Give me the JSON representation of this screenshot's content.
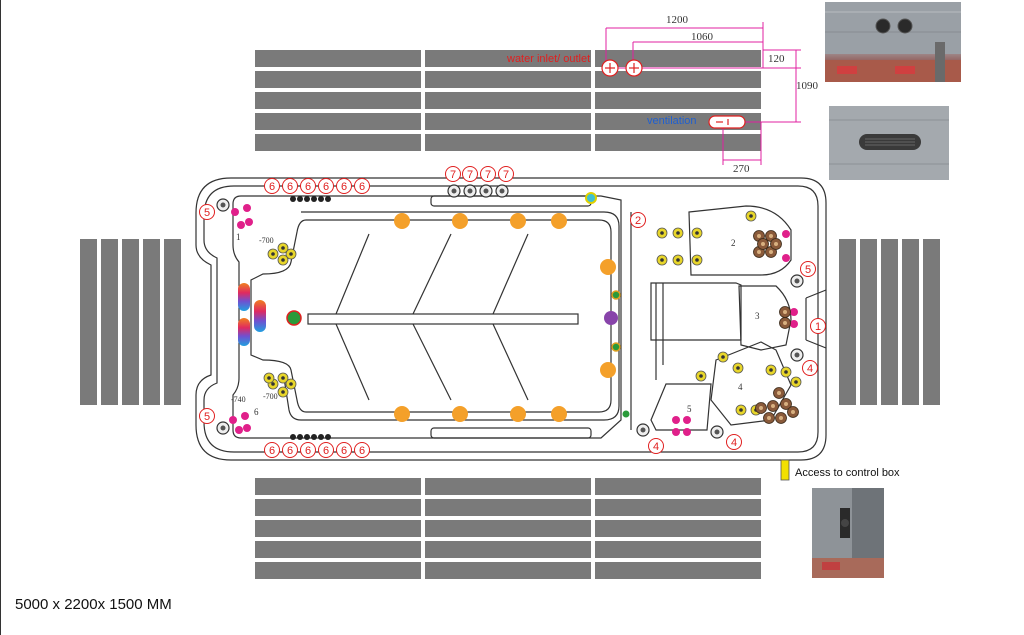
{
  "labels": {
    "water_inlet": "water inlet/ outlet",
    "ventilation": "ventilation",
    "access_control": "Access to control box",
    "dimensions": "5000 x 2200x 1500 MM"
  },
  "measurements": {
    "d1200": "1200",
    "d1060": "1060",
    "d120": "120",
    "d1090": "1090",
    "d270": "270"
  },
  "seat_numbers": {
    "s2": "2",
    "s3": "3",
    "s4": "4",
    "s5": "5",
    "s6": "6",
    "s1": "1"
  },
  "depth_labels": {
    "top_700": "-700",
    "left_700": "-700",
    "bottom_740": "-740",
    "bottom_700": "-700"
  },
  "callouts": {
    "c1": "1",
    "c2": "2",
    "c4": "4",
    "c5": "5",
    "c6": "6",
    "c7": "7"
  },
  "colors": {
    "panel_gray": "#7a7a7a",
    "callout_red": "#e02020",
    "dim_magenta": "#e020a0",
    "jet_orange": "#f4a02a",
    "jet_yellow": "#e8d62a",
    "jet_pink": "#e0208a",
    "jet_brown": "#8a5a3a",
    "light_purple": "#8844aa",
    "ventilation_blue": "#2060d0",
    "access_yellow": "#f2e000"
  }
}
